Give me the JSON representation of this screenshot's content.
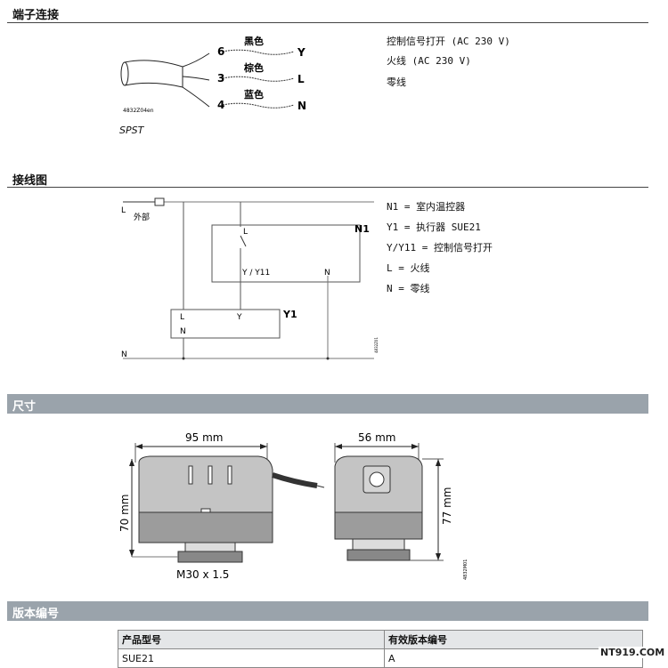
{
  "terminals": {
    "title": "端子连接",
    "wires": [
      {
        "num": "6",
        "color": "黑色",
        "term": "Y"
      },
      {
        "num": "3",
        "color": "棕色",
        "term": "L"
      },
      {
        "num": "4",
        "color": "蓝色",
        "term": "N"
      }
    ],
    "code": "4832Z04en",
    "caption": "SPST",
    "desc": [
      "控制信号打开 (AC 230 V)",
      "火线 (AC 230 V)",
      "零线"
    ]
  },
  "wiring": {
    "title": "接线图",
    "labels": {
      "L": "L",
      "external": "外部",
      "N": "N",
      "N1": "N1",
      "Y1": "Y1",
      "n1_L": "L",
      "n1_Y": "Y / Y11",
      "n1_N": "N",
      "y1_L": "L",
      "y1_N": "N",
      "y1_Y": "Y",
      "code": "4832Z01"
    },
    "legend": [
      "N1 = 室内温控器",
      "Y1 = 执行器 SUE21",
      "Y/Y11 = 控制信号打开",
      "L = 火线",
      "N = 零线"
    ]
  },
  "dimensions": {
    "title": "尺寸",
    "width_front": "95 mm",
    "height_front": "70 mm",
    "thread": "M30 x 1.5",
    "width_side": "56 mm",
    "height_side": "77 mm",
    "code": "4832M01"
  },
  "versions": {
    "title": "版本编号",
    "headers": [
      "产品型号",
      "有效版本编号"
    ],
    "rows": [
      [
        "SUE21",
        "A"
      ]
    ]
  },
  "watermark": "NT919.COM"
}
